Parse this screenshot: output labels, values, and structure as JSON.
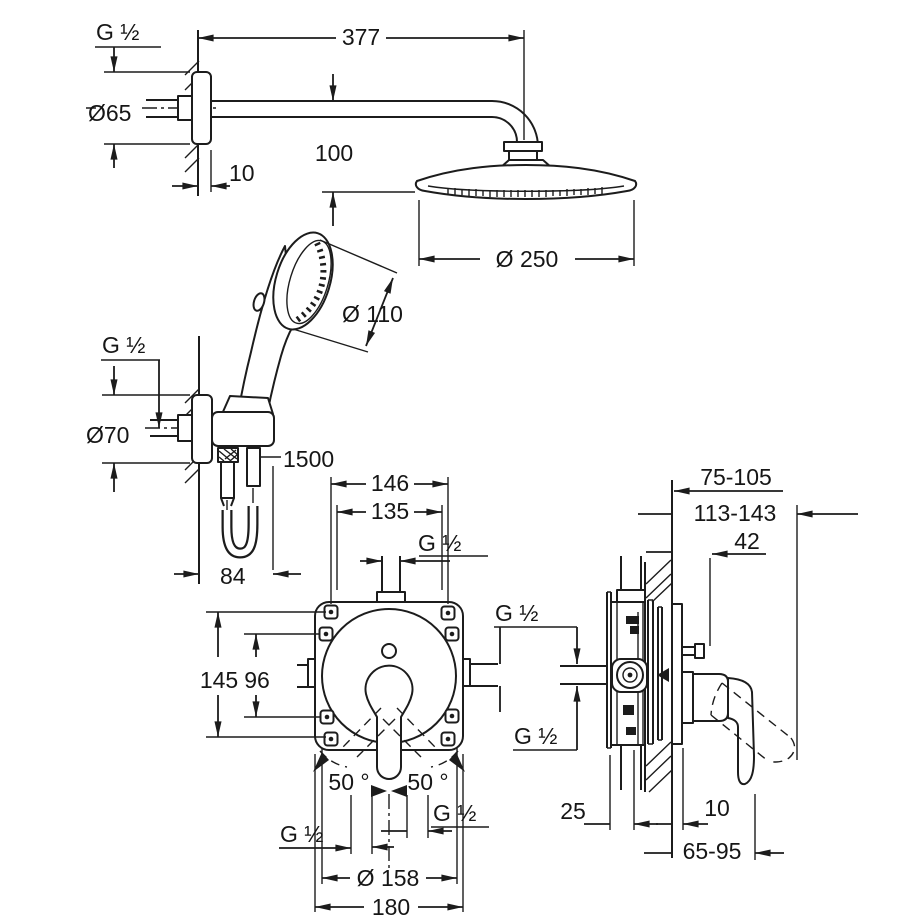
{
  "drawing": {
    "type": "technical-installation-diagram",
    "product": "concealed shower set (head shower, hand shower, single-lever mixer)",
    "line_color": "#1c1c1c",
    "background": "#ffffff"
  },
  "labels": {
    "head_shower": {
      "wall_thread": "G ½",
      "escutcheon_diameter": "Ø65",
      "escutcheon_thickness": "10",
      "arm_reach": "377",
      "head_drop": "100",
      "head_diameter": "Ø 250"
    },
    "hand_shower": {
      "head_diameter": "Ø 110",
      "hose_length": "1500",
      "holder_thread": "G ½",
      "holder_escutcheon_diameter": "Ø70",
      "holder_projection": "84"
    },
    "mixer_front": {
      "screw_span_outer_h": "146",
      "screw_span_inner_h": "135",
      "top_thread": "G ½",
      "screw_span_outer_v": "145",
      "screw_span_inner_v": "96",
      "swing_angle_left": "50 °",
      "swing_angle_right": "50 °",
      "side_thread_upper": "G ½",
      "side_thread_lower": "G ½",
      "bottom_thread_left": "G ½",
      "bottom_thread_right": "G ½",
      "trim_diameter": "Ø 158",
      "plate_width": "180"
    },
    "mixer_side": {
      "install_depth_range": "75-105",
      "lever_depth_range": "113-143",
      "screw_projection": "42",
      "body_depth": "25",
      "plate_thickness": "10",
      "lever_projection": "65-95"
    }
  }
}
